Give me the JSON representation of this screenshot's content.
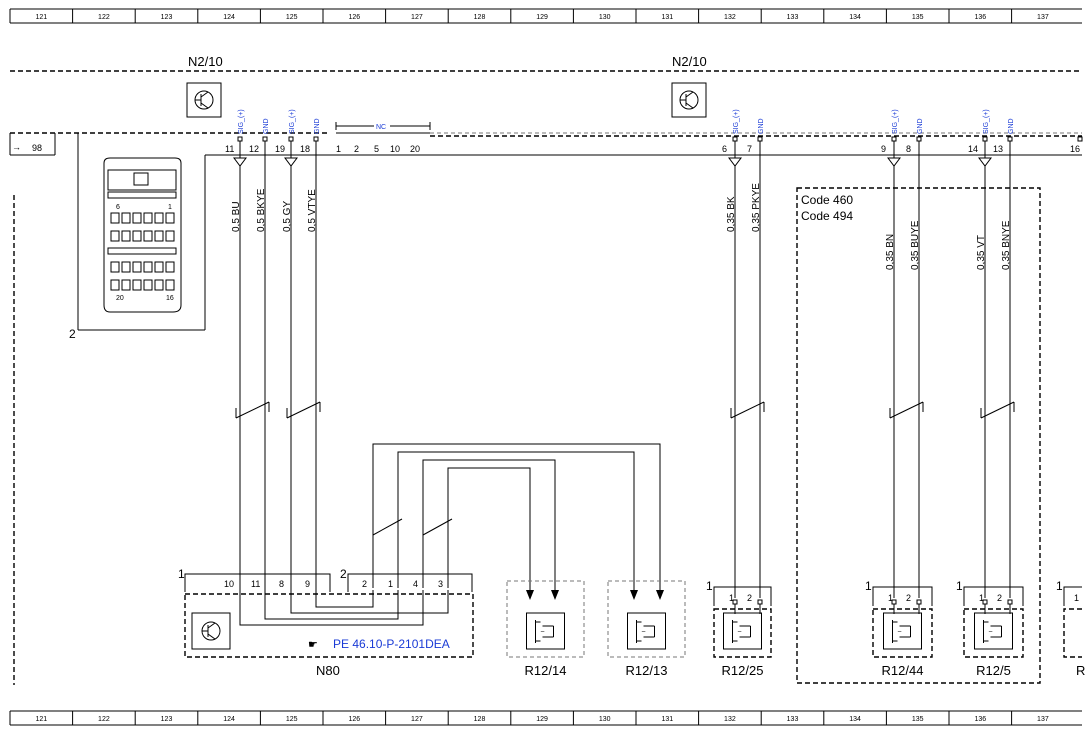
{
  "grid_columns": [
    "121",
    "122",
    "123",
    "124",
    "125",
    "126",
    "127",
    "128",
    "129",
    "130",
    "131",
    "132",
    "133",
    "134",
    "135",
    "136",
    "137"
  ],
  "connectors": {
    "n2_10_left": "N2/10",
    "n2_10_right": "N2/10",
    "left_plug": {
      "pin": "98",
      "corner": "2",
      "labels": [
        "6",
        "1",
        "20",
        "16"
      ]
    },
    "nc": "NC",
    "nc_pins": [
      "1",
      "2",
      "5",
      "10",
      "20"
    ],
    "n80": "N80",
    "n80_ref": "PE 46.10-P-2101DEA",
    "n80_group1": "1",
    "n80_group2": "2",
    "n80_pins_a": [
      "10",
      "11",
      "8",
      "9"
    ],
    "n80_pins_b": [
      "2",
      "1",
      "4",
      "3"
    ],
    "code_box": [
      "Code 460",
      "Code 494"
    ]
  },
  "pins": [
    {
      "num": "11",
      "sig": "SIG_(+)",
      "wire": "0,5 BU"
    },
    {
      "num": "12",
      "sig": "GND",
      "wire": "0,5 BKYE"
    },
    {
      "num": "19",
      "sig": "SIG_(+)",
      "wire": "0,5 GY"
    },
    {
      "num": "18",
      "sig": "GND",
      "wire": "0,5 VTYE"
    },
    {
      "num": "6",
      "sig": "SIG_(+)",
      "wire": "0,35 BK"
    },
    {
      "num": "7",
      "sig": "GND",
      "wire": "0,35 PKYE"
    },
    {
      "num": "9",
      "sig": "SIG_(+)",
      "wire": "0,35 BN"
    },
    {
      "num": "8",
      "sig": "GND",
      "wire": "0,35 BUYE"
    },
    {
      "num": "14",
      "sig": "SIG_(+)",
      "wire": "0,35 VT"
    },
    {
      "num": "13",
      "sig": "GND",
      "wire": "0,35 BNYE"
    },
    {
      "num": "16"
    }
  ],
  "sensors": [
    {
      "name": "R12/14"
    },
    {
      "name": "R12/13"
    },
    {
      "name": "R12/25",
      "pins": [
        "1",
        "2"
      ],
      "corner": "1"
    },
    {
      "name": "R12/44",
      "pins": [
        "1",
        "2"
      ],
      "corner": "1"
    },
    {
      "name": "R12/5",
      "pins": [
        "1",
        "2"
      ],
      "corner": "1"
    }
  ],
  "edge_right": {
    "corner": "1",
    "pin": "1"
  }
}
